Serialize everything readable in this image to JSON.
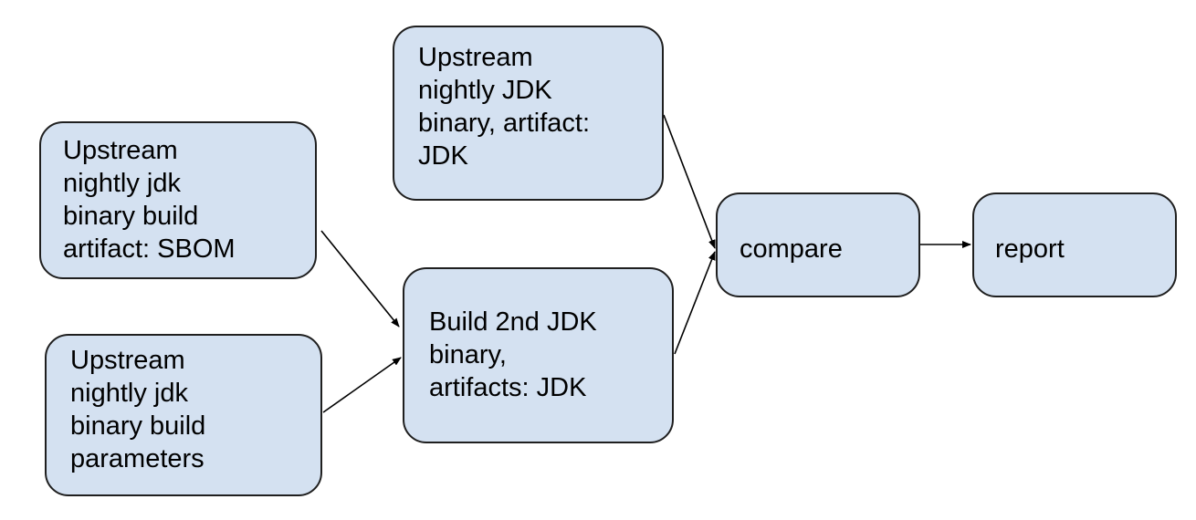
{
  "diagram": {
    "nodes": [
      {
        "id": "sbom",
        "label": "Upstream\nnightly jdk\nbinary build\nartifact: SBOM"
      },
      {
        "id": "params",
        "label": "Upstream\nnightly jdk\nbinary build\nparameters"
      },
      {
        "id": "upstream_jdk",
        "label": "Upstream\nnightly JDK\nbinary, artifact:\nJDK"
      },
      {
        "id": "build_2nd",
        "label": "Build 2nd JDK\nbinary,\nartifacts: JDK"
      },
      {
        "id": "compare",
        "label": "compare"
      },
      {
        "id": "report",
        "label": "report"
      }
    ],
    "edges": [
      {
        "from": "sbom",
        "to": "build_2nd"
      },
      {
        "from": "params",
        "to": "build_2nd"
      },
      {
        "from": "upstream_jdk",
        "to": "compare"
      },
      {
        "from": "build_2nd",
        "to": "compare"
      },
      {
        "from": "compare",
        "to": "report"
      }
    ],
    "colors": {
      "node_fill": "#d4e1f1",
      "node_border": "#1f1f1f",
      "edge": "#000000"
    }
  }
}
